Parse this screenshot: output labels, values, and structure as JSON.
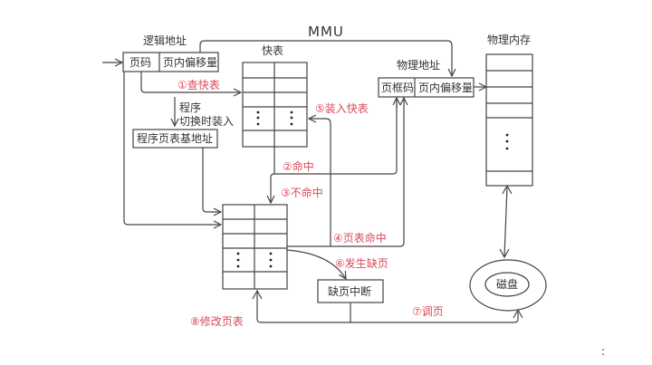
{
  "title": "MMU",
  "logical_address": {
    "label": "逻辑地址",
    "fields": [
      "页码",
      "页内偏移量"
    ]
  },
  "tlb": {
    "label": "快表"
  },
  "physical_address": {
    "label": "物理地址",
    "fields": [
      "页框码",
      "页内偏移量"
    ]
  },
  "physical_memory": {
    "label": "物理内存"
  },
  "program_switch_note": [
    "程序",
    "切换时装入"
  ],
  "page_table_base": {
    "label": "程序页表基地址"
  },
  "page_fault_interrupt": {
    "label": "缺页中断"
  },
  "disk": {
    "label": "磁盘"
  },
  "steps": [
    "①查快表",
    "②命中",
    "③不命中",
    "④页表命中",
    "⑤装入快表",
    "⑥发生缺页",
    "⑦调页",
    "⑧修改页表"
  ],
  "ellipsis": "⋮",
  "footer_mark": ":",
  "colors": {
    "step_label": "#d94a5a",
    "line": "#444444"
  }
}
